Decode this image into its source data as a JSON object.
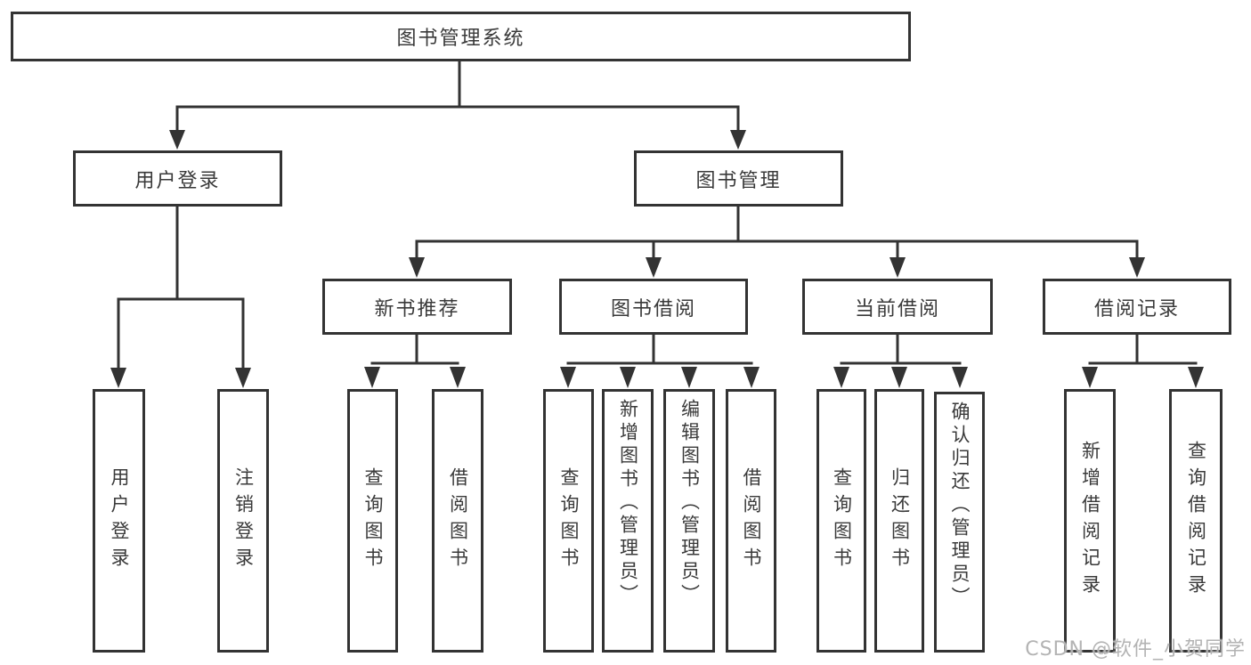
{
  "diagram_title": "图书管理系统",
  "nodes": {
    "root": "图书管理系统",
    "level2": {
      "user_login": "用户登录",
      "book_mgmt": "图书管理"
    },
    "login_children": [
      "用户登录",
      "注销登录"
    ],
    "level3": [
      "新书推荐",
      "图书借阅",
      "当前借阅",
      "借阅记录"
    ],
    "new_book_children": [
      "查询图书",
      "借阅图书"
    ],
    "borrow_children": [
      "查询图书",
      "新增图书（管理员）",
      "编辑图书（管理员）",
      "借阅图书"
    ],
    "current_children": [
      "查询图书",
      "归还图书",
      "确认归还（管理员）"
    ],
    "record_children": [
      "新增借阅记录",
      "查询借阅记录"
    ]
  },
  "watermark": "CSDN @软件_小贺同学",
  "colors": {
    "line": "#333333",
    "box_border": "#333333",
    "box_fill": "#ffffff",
    "text": "#3a3a3a",
    "watermark": "#b3b3b3"
  }
}
